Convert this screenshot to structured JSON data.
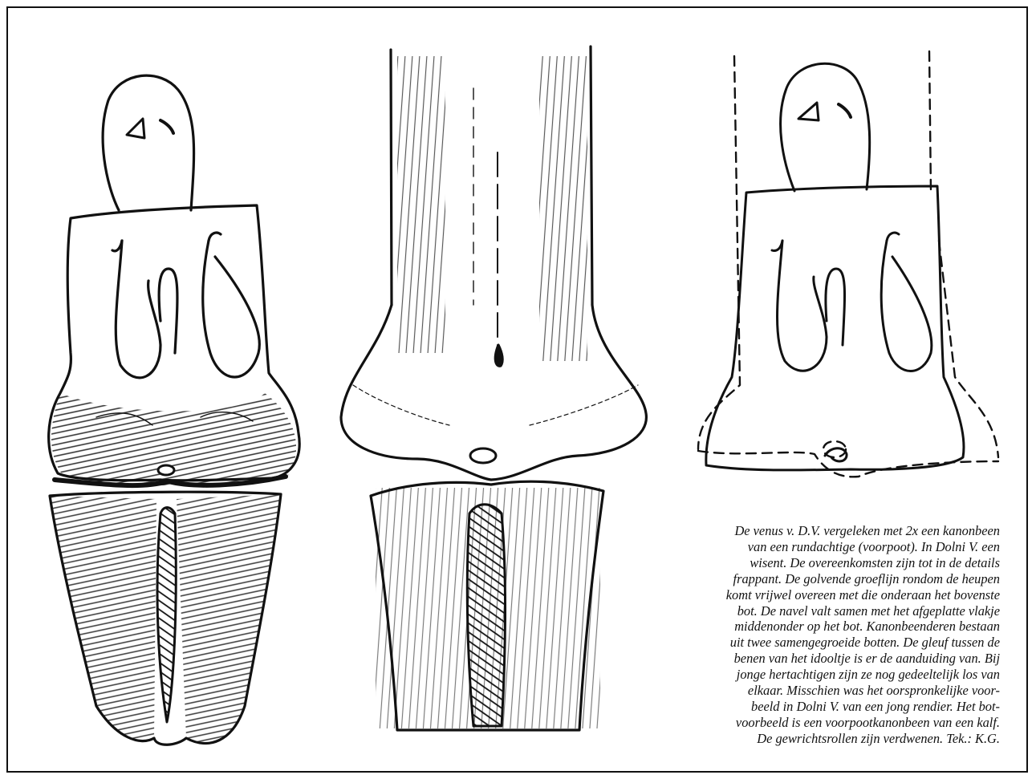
{
  "figures": [
    {
      "id": "venus",
      "label": ""
    },
    {
      "id": "cannon-bone",
      "label": ""
    },
    {
      "id": "venus-with-bone-outline",
      "label": ""
    }
  ],
  "caption": {
    "lines": [
      "De venus v. D.V. vergeleken met 2x een kanonbeen",
      "van een rundachtige (voorpoot). In Dolni V. een",
      "wisent. De overeenkomsten zijn tot in de details",
      "frappant. De golvende groeflijn rondom de heupen",
      "komt vrijwel overeen met die onderaan het bovenste",
      "bot. De navel valt samen met het afgeplatte vlakje",
      "middenonder op het bot. Kanonbeenderen bestaan",
      "uit twee samengegroeide botten. De gleuf tussen de",
      "benen van het idooltje is er de aanduiding van. Bij",
      "jonge hertachtigen zijn ze nog gedeeltelijk los van",
      "elkaar. Misschien was het oorspronkelijke voor-",
      "beeld in Dolni V. van een jong rendier. Het bot-",
      "voorbeeld is een voorpootkanonbeen van een kalf.",
      "De gewrichtsrollen zijn verdwenen. Tek.: K.G."
    ]
  },
  "colors": {
    "ink": "#111111",
    "paper": "#ffffff"
  }
}
